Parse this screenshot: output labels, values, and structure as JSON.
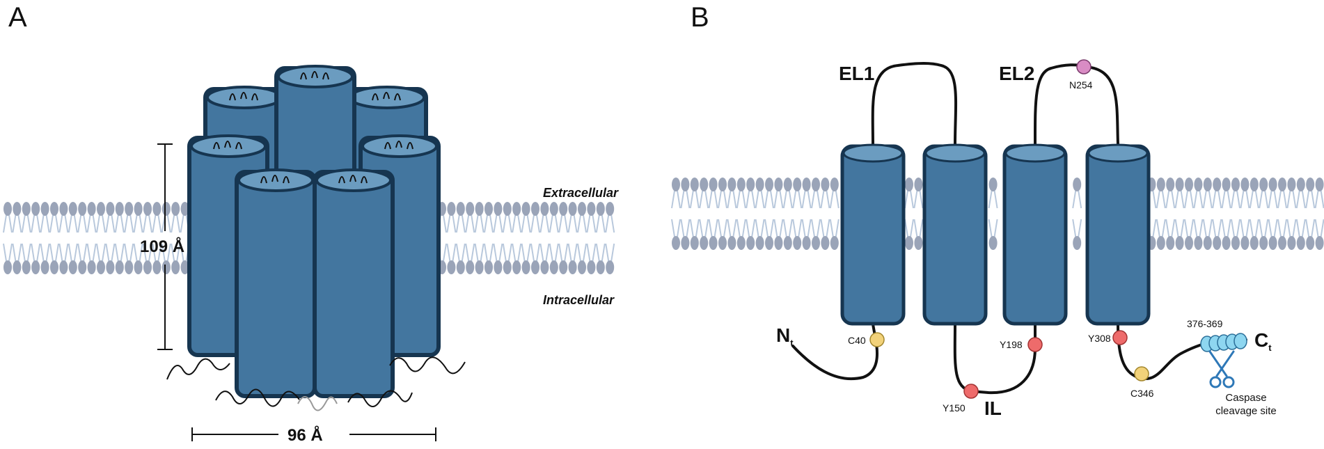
{
  "panels": {
    "a": {
      "letter": "A",
      "extracellular_label": "Extracellular",
      "intracellular_label": "Intracellular",
      "height_label": "109 Å",
      "width_label": "96 Å"
    },
    "b": {
      "letter": "B",
      "el1_label": "EL1",
      "el2_label": "EL2",
      "il_label": "IL",
      "n_term": "N",
      "n_term_sub": "t",
      "c_term": "C",
      "c_term_sub": "t",
      "sites": {
        "n254": "N254",
        "c40": "C40",
        "y150": "Y150",
        "y198": "Y198",
        "y308": "Y308",
        "c346": "C346",
        "motif": "376-369"
      },
      "caspase_line1": "Caspase",
      "caspase_line2": "cleavage site"
    }
  },
  "colors": {
    "helix_fill": "#43769f",
    "helix_top": "#6b9cc0",
    "helix_stroke": "#163550",
    "lipid_head": "#9aa4b8",
    "lipid_tail": "#b8c8dc",
    "glyco_site": "#d98cc4",
    "palmitoyl_site": "#f2d27a",
    "phospho_site": "#ee6b6b",
    "motif": "#8ed6f0",
    "scissors": "#2e78b7"
  }
}
